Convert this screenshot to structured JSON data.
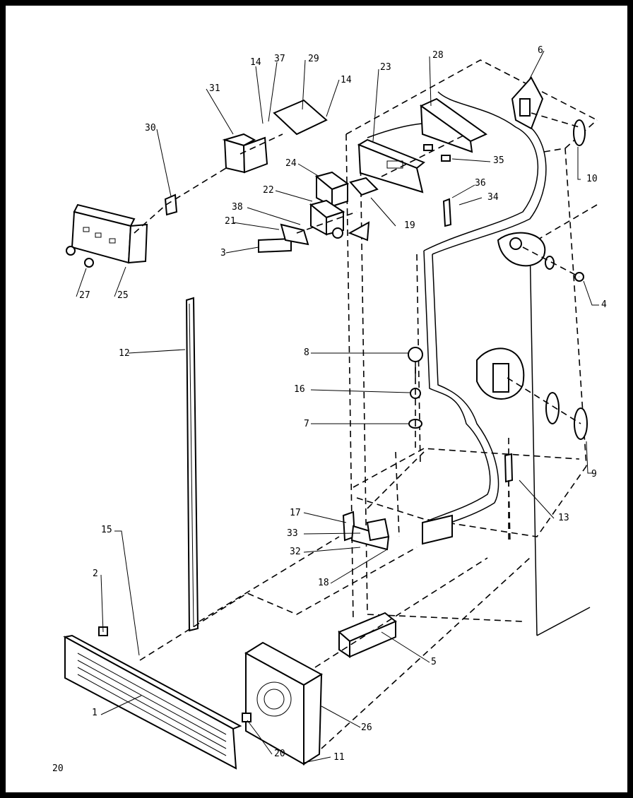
{
  "page_number": "20",
  "callouts": [
    {
      "id": "c1",
      "text": "1"
    },
    {
      "id": "c2",
      "text": "2"
    },
    {
      "id": "c3",
      "text": "3"
    },
    {
      "id": "c4",
      "text": "4"
    },
    {
      "id": "c5",
      "text": "5"
    },
    {
      "id": "c6",
      "text": "6"
    },
    {
      "id": "c7",
      "text": "7"
    },
    {
      "id": "c8",
      "text": "8"
    },
    {
      "id": "c9",
      "text": "9"
    },
    {
      "id": "c10",
      "text": "10"
    },
    {
      "id": "c11",
      "text": "11"
    },
    {
      "id": "c12",
      "text": "12"
    },
    {
      "id": "c13",
      "text": "13"
    },
    {
      "id": "c14a",
      "text": "14"
    },
    {
      "id": "c14b",
      "text": "14"
    },
    {
      "id": "c15",
      "text": "15"
    },
    {
      "id": "c16",
      "text": "16"
    },
    {
      "id": "c17",
      "text": "17"
    },
    {
      "id": "c18",
      "text": "18"
    },
    {
      "id": "c19",
      "text": "19"
    },
    {
      "id": "c20",
      "text": "20"
    },
    {
      "id": "c21",
      "text": "21"
    },
    {
      "id": "c22",
      "text": "22"
    },
    {
      "id": "c23",
      "text": "23"
    },
    {
      "id": "c24",
      "text": "24"
    },
    {
      "id": "c25",
      "text": "25"
    },
    {
      "id": "c26",
      "text": "26"
    },
    {
      "id": "c27",
      "text": "27"
    },
    {
      "id": "c28",
      "text": "28"
    },
    {
      "id": "c29",
      "text": "29"
    },
    {
      "id": "c30",
      "text": "30"
    },
    {
      "id": "c31",
      "text": "31"
    },
    {
      "id": "c32",
      "text": "32"
    },
    {
      "id": "c33",
      "text": "33"
    },
    {
      "id": "c34",
      "text": "34"
    },
    {
      "id": "c35",
      "text": "35"
    },
    {
      "id": "c36",
      "text": "36"
    },
    {
      "id": "c37",
      "text": "37"
    },
    {
      "id": "c38",
      "text": "38"
    }
  ]
}
